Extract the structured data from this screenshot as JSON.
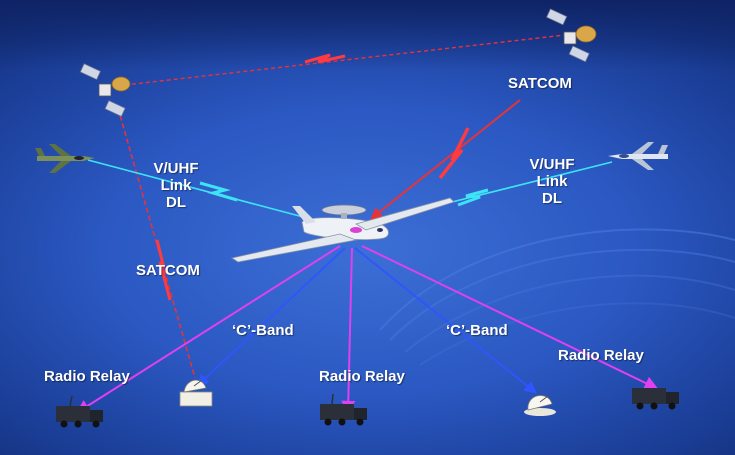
{
  "labels": {
    "satcom_top": "SATCOM",
    "satcom_left": "SATCOM",
    "vuhf_left": [
      "V/UHF",
      "Link",
      "DL"
    ],
    "vuhf_right": [
      "V/UHF",
      "Link",
      "DL"
    ],
    "cband_left": "‘C’-Band",
    "cband_right": "‘C’-Band",
    "radio_relay_left": "Radio Relay",
    "radio_relay_center": "Radio Relay",
    "radio_relay_right": "Radio Relay"
  },
  "colors": {
    "background": "#2b58c2",
    "satcom_link": "#e8323a",
    "vuhf_link": "#3ee3f5",
    "cband_link": "#2f55ff",
    "radio_relay_link": "#e040f0",
    "text": "#ffffff"
  },
  "icons": [
    "satellite-icon",
    "fighter-jet-icon",
    "awacs-aircraft-icon",
    "truck-icon",
    "satellite-dish-icon"
  ]
}
